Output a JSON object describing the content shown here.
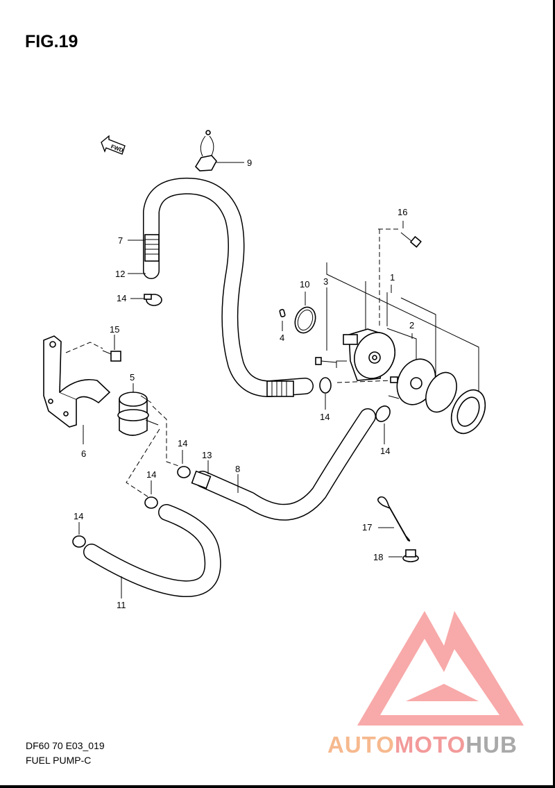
{
  "figure": {
    "title": "FIG.19"
  },
  "footer": {
    "code": "DF60 70 E03_019",
    "name": "FUEL PUMP-C"
  },
  "fwd_arrow": {
    "label": "FWD"
  },
  "brand": {
    "part1": "AUTO",
    "part2": "MOTO",
    "part3": "HUB",
    "logo_color": "#f79b9b"
  },
  "callouts": {
    "c1": "1",
    "c2": "2",
    "c3": "3",
    "c4": "4",
    "c5": "5",
    "c6": "6",
    "c7": "7",
    "c8": "8",
    "c9": "9",
    "c10": "10",
    "c11": "11",
    "c12": "12",
    "c13": "13",
    "c14a": "14",
    "c14b": "14",
    "c14c": "14",
    "c14d": "14",
    "c14e": "14",
    "c14f": "14",
    "c15": "15",
    "c16": "16",
    "c17": "17",
    "c18": "18"
  }
}
